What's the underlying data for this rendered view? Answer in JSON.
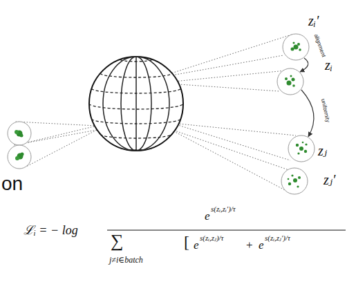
{
  "diagram": {
    "nodes": [
      {
        "text": [
          "zᵢ′"
        ]
      },
      {
        "text": [
          "zᵢ"
        ]
      },
      {
        "text": [
          "zⱼ"
        ]
      },
      {
        "text": [
          "zⱼ′"
        ]
      }
    ],
    "edges": [
      {
        "from": 0,
        "to": 1,
        "arrow": "to",
        "label": "alignment"
      },
      {
        "from": 1,
        "to": 2,
        "arrow": "to",
        "label": "uniformity"
      }
    ],
    "labels": [
      "on",
      "ℒᵢ = − log",
      "e",
      "s(zᵢ,zᵢ′)/τ",
      "∑",
      "j≠i∈batch",
      "[",
      "e",
      "s(zᵢ,zⱼ)/τ",
      "+",
      "e",
      "s(zᵢ,zⱼ′)/τ"
    ]
  }
}
